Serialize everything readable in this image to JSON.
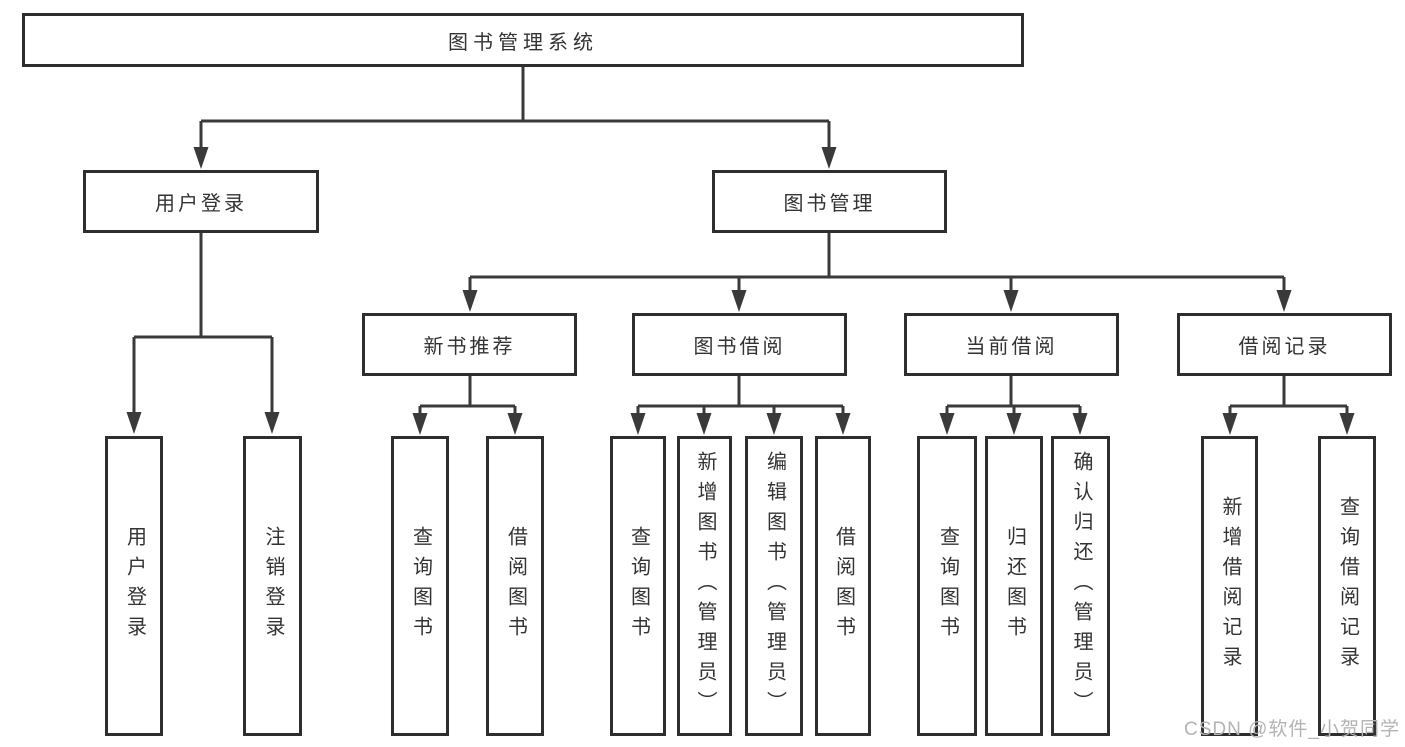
{
  "diagram": {
    "root": {
      "label": "图书管理系统"
    },
    "branches": {
      "user_login": {
        "label": "用户登录",
        "children": [
          "用户登录",
          "注销登录"
        ]
      },
      "book_management": {
        "label": "图书管理",
        "sections": {
          "new_book_recommend": {
            "label": "新书推荐",
            "children": [
              "查询图书",
              "借阅图书"
            ]
          },
          "book_borrow": {
            "label": "图书借阅",
            "children": [
              "查询图书",
              "新增图书（管理员）",
              "编辑图书（管理员）",
              "借阅图书"
            ]
          },
          "current_borrow": {
            "label": "当前借阅",
            "children": [
              "查询图书",
              "归还图书",
              "确认归还（管理员）"
            ]
          },
          "borrow_record": {
            "label": "借阅记录",
            "children": [
              "新增借阅记录",
              "查询借阅记录"
            ]
          }
        }
      }
    },
    "watermark": "CSDN @软件_小贺同学",
    "colors": {
      "line": "#3a3a3a",
      "box_border": "#2e2e2e",
      "text": "#333333",
      "watermark": "#b3b3b3",
      "background": "#ffffff"
    }
  }
}
